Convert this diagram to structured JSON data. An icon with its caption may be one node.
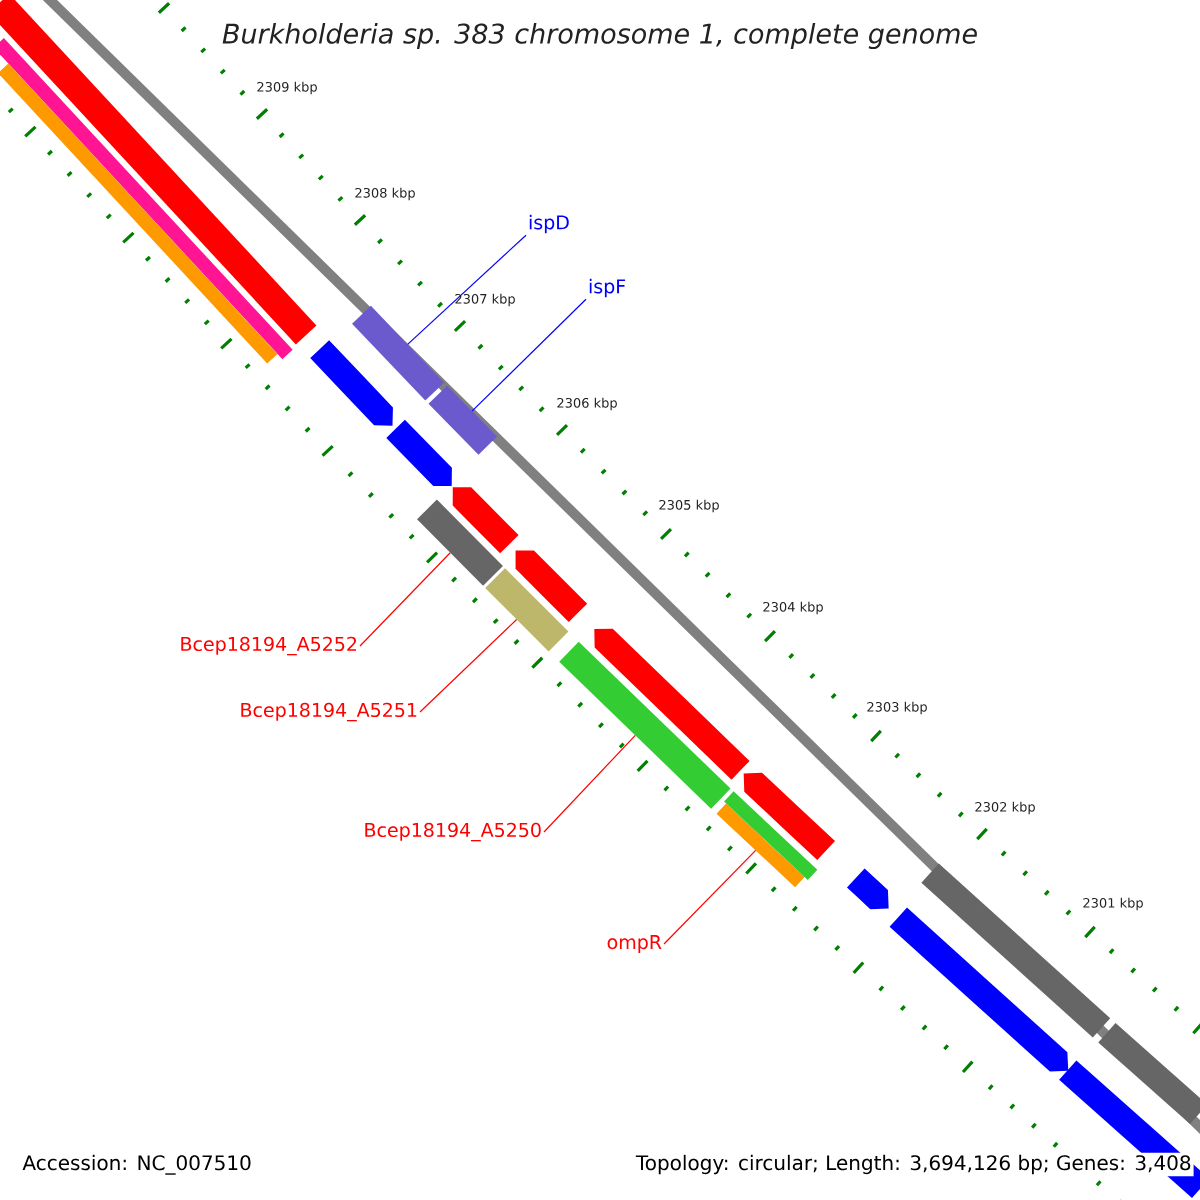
{
  "diagram": {
    "title": "Burkholderia sp. 383 chromosome 1, complete genome",
    "nodes": [
      {
        "text": [
          "ispD"
        ]
      },
      {
        "text": [],
        "shape": "bar"
      },
      {
        "text": [
          "ispF"
        ]
      },
      {
        "text": [],
        "shape": "bar"
      },
      {
        "text": [
          "Bcep18194_A5252"
        ]
      },
      {
        "text": [],
        "shape": "bar"
      },
      {
        "text": [
          "Bcep18194_A5251"
        ]
      },
      {
        "text": [],
        "shape": "bar"
      },
      {
        "text": [
          "Bcep18194_A5250"
        ]
      },
      {
        "text": [],
        "shape": "bar"
      },
      {
        "text": [
          "ompR"
        ]
      },
      {
        "text": [],
        "shape": "bar"
      },
      {
        "text": [],
        "shape": "bar"
      },
      {
        "text": [],
        "shape": "bar"
      },
      {
        "text": [],
        "shape": "bar"
      },
      {
        "text": [],
        "shape": "pentagon"
      },
      {
        "text": [],
        "shape": "pentagon"
      },
      {
        "text": [],
        "shape": "pentagon"
      },
      {
        "text": [],
        "shape": "pentagon"
      },
      {
        "text": [],
        "shape": "pentagon"
      },
      {
        "text": [],
        "shape": "bar"
      },
      {
        "text": [],
        "shape": "pentagon"
      },
      {
        "text": [],
        "shape": "pentagon"
      },
      {
        "text": [],
        "shape": "bar"
      },
      {
        "text": [],
        "shape": "pentagon"
      },
      {
        "text": [],
        "shape": "bar"
      },
      {
        "text": [],
        "shape": "bar"
      }
    ],
    "edges": [
      {
        "from": 0,
        "to": 1,
        "arrow": "none",
        "color": "#0000ff"
      },
      {
        "from": 2,
        "to": 3,
        "arrow": "none",
        "color": "#0000ff"
      },
      {
        "from": 4,
        "to": 5,
        "arrow": "none"
      },
      {
        "from": 6,
        "to": 7,
        "arrow": "none"
      },
      {
        "from": 8,
        "to": 9,
        "arrow": "none"
      },
      {
        "from": 10,
        "to": 11,
        "arrow": "none"
      }
    ],
    "labels": [
      "2309 kbp",
      "2308 kbp",
      "2307 kbp",
      "2306 kbp",
      "2305 kbp",
      "2304 kbp",
      "2303 kbp",
      "2302 kbp",
      "2301 kbp",
      "Accession: NC_007510",
      "Topology: circular; Length: 3,694,126 bp; Genes: 3,408"
    ]
  }
}
